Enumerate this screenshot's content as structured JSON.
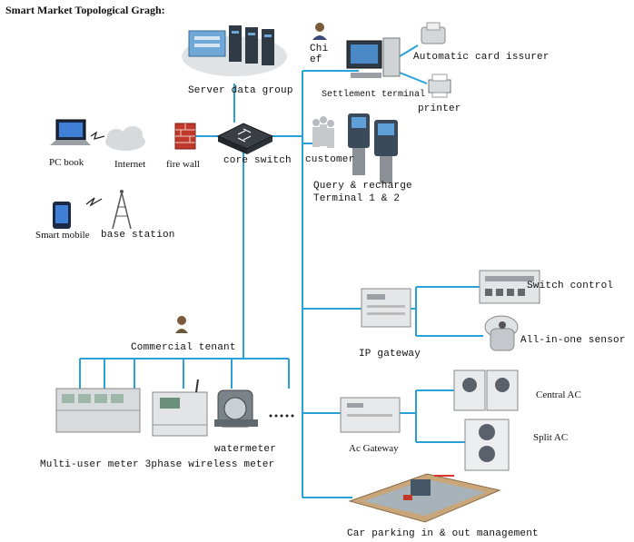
{
  "title": "Smart Market Topological Gragh:",
  "colors": {
    "line": "#2aa0d8",
    "device": "#c8ccd0",
    "dark": "#3a3f46",
    "accent": "#c0392b"
  },
  "nodes": {
    "server_data_group": "Server data group",
    "chief": "Chi\nef",
    "settlement_terminal": "Settlement terminal",
    "automatic_card_issurer": "Automatic card issurer",
    "printer": "printer",
    "pc_book": "PC book",
    "internet": "Internet",
    "fire_wall": "fire wall",
    "core_switch": "core switch",
    "customer": "customer",
    "query_recharge": "Query & recharge",
    "terminal_1_2": "Terminal 1 & 2",
    "smart_mobile": "Smart mobile",
    "base_station": "base station",
    "switch_control": "Switch control",
    "all_in_one_sensor": "All-in-one sensor",
    "commercial_tenant": "Commercial tenant",
    "ip_gateway": "IP gateway",
    "central_ac": "Central AC",
    "split_ac": "Split AC",
    "ac_gateway": "Ac Gateway",
    "water_meter": "watermeter",
    "multi_user_meter": "Multi-user meter 3phase wireless meter",
    "car_parking": "Car parking in & out management"
  }
}
